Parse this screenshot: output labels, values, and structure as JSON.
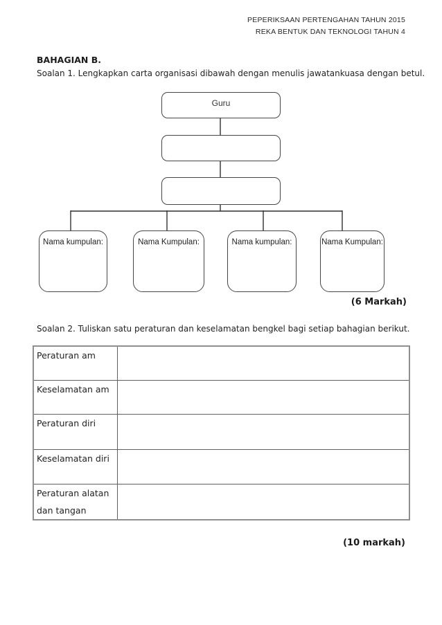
{
  "header": {
    "line1": "PEPERIKSAAN PERTENGAHAN TAHUN 2015",
    "line2": "REKA BENTUK DAN TEKNOLOGI TAHUN 4"
  },
  "section": {
    "title": "BAHAGIAN B."
  },
  "question1": {
    "text": "Soalan 1. Lengkapkan carta organisasi dibawah dengan menulis jawatankuasa dengan betul.",
    "marks": "(6 Markah)"
  },
  "chart": {
    "root_label": "Guru",
    "middle_boxes": [
      "",
      ""
    ],
    "groups": [
      {
        "label": "Nama kumpulan:"
      },
      {
        "label": "Nama Kumpulan:"
      },
      {
        "label": "Nama kumpulan:"
      },
      {
        "label": "Nama Kumpulan:"
      }
    ]
  },
  "question2": {
    "text": "Soalan 2. Tuliskan satu peraturan dan keselamatan bengkel bagi setiap bahagian berikut.",
    "marks": "(10 markah)"
  },
  "table": {
    "rows": [
      {
        "label": "Peraturan am",
        "value": ""
      },
      {
        "label": "Keselamatan am",
        "value": ""
      },
      {
        "label": "Peraturan diri",
        "value": ""
      },
      {
        "label": "Keselamatan diri",
        "value": ""
      },
      {
        "label": "Peraturan alatan dan tangan",
        "value": ""
      }
    ]
  }
}
